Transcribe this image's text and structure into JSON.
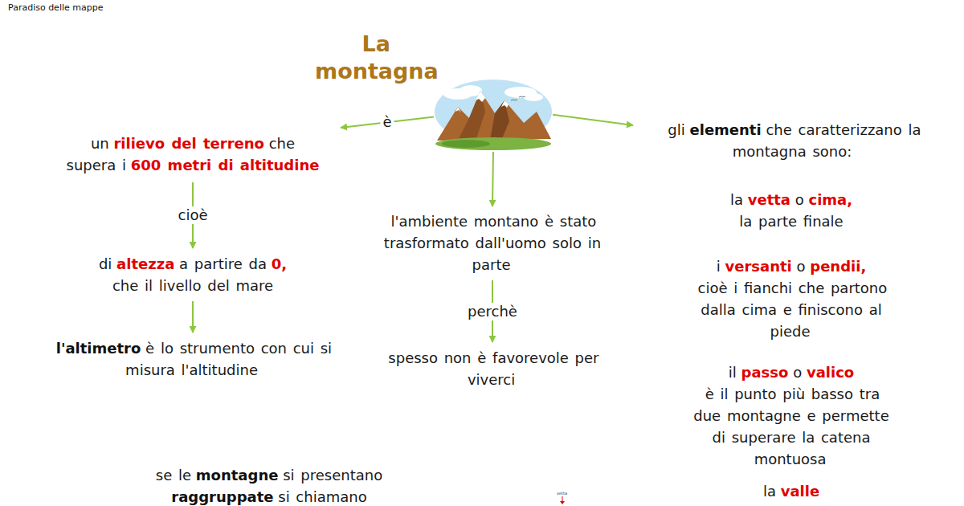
{
  "diagram": {
    "nodes": [
      {
        "text": [
          "La montagna"
        ]
      },
      {
        "text": [
          "un",
          "rilievo del terreno",
          "che",
          "supera i",
          "600 metri di altitudine"
        ]
      },
      {
        "text": [
          "di",
          "altezza",
          "a partire da",
          "0,",
          "che il livello del mare"
        ]
      },
      {
        "text": [
          "l'altimetro",
          "è lo strumento con cui si misura l'altitudine"
        ]
      },
      {
        "text": [
          "l'ambiente montano è stato trasformato dall'uomo solo in parte"
        ]
      },
      {
        "text": [
          "spesso non è favorevole per viverci"
        ]
      },
      {
        "text": [
          "gli",
          "elementi",
          "che caratterizzano la montagna sono:"
        ]
      },
      {
        "text": [
          "la",
          "vetta",
          "o",
          "cima,",
          "la parte finale"
        ]
      },
      {
        "text": [
          "i",
          "versanti",
          "o",
          "pendii,",
          "cioè i fianchi che partono dalla cima e finiscono al piede"
        ]
      },
      {
        "text": [
          "il",
          "passo",
          "o",
          "valico",
          "è il punto più basso tra due montagne e permette di superare la catena montuosa"
        ]
      },
      {
        "text": [
          "la",
          "valle"
        ]
      },
      {
        "text": [
          "se le",
          "montagne",
          "si presentano",
          "raggruppate",
          "si chiamano"
        ]
      }
    ],
    "edges": [
      {
        "from": 0,
        "to": 1,
        "arrow": "to",
        "label": "è"
      },
      {
        "from": 0,
        "to": 4,
        "arrow": "to"
      },
      {
        "from": 0,
        "to": 6,
        "arrow": "to"
      },
      {
        "from": 1,
        "to": 2,
        "arrow": "to",
        "label": "cioè"
      },
      {
        "from": 2,
        "to": 3,
        "arrow": "to"
      },
      {
        "from": 4,
        "to": 5,
        "arrow": "to",
        "label": "perchè"
      }
    ],
    "labels": [
      "Paradiso delle mappe",
      "vetta"
    ]
  }
}
